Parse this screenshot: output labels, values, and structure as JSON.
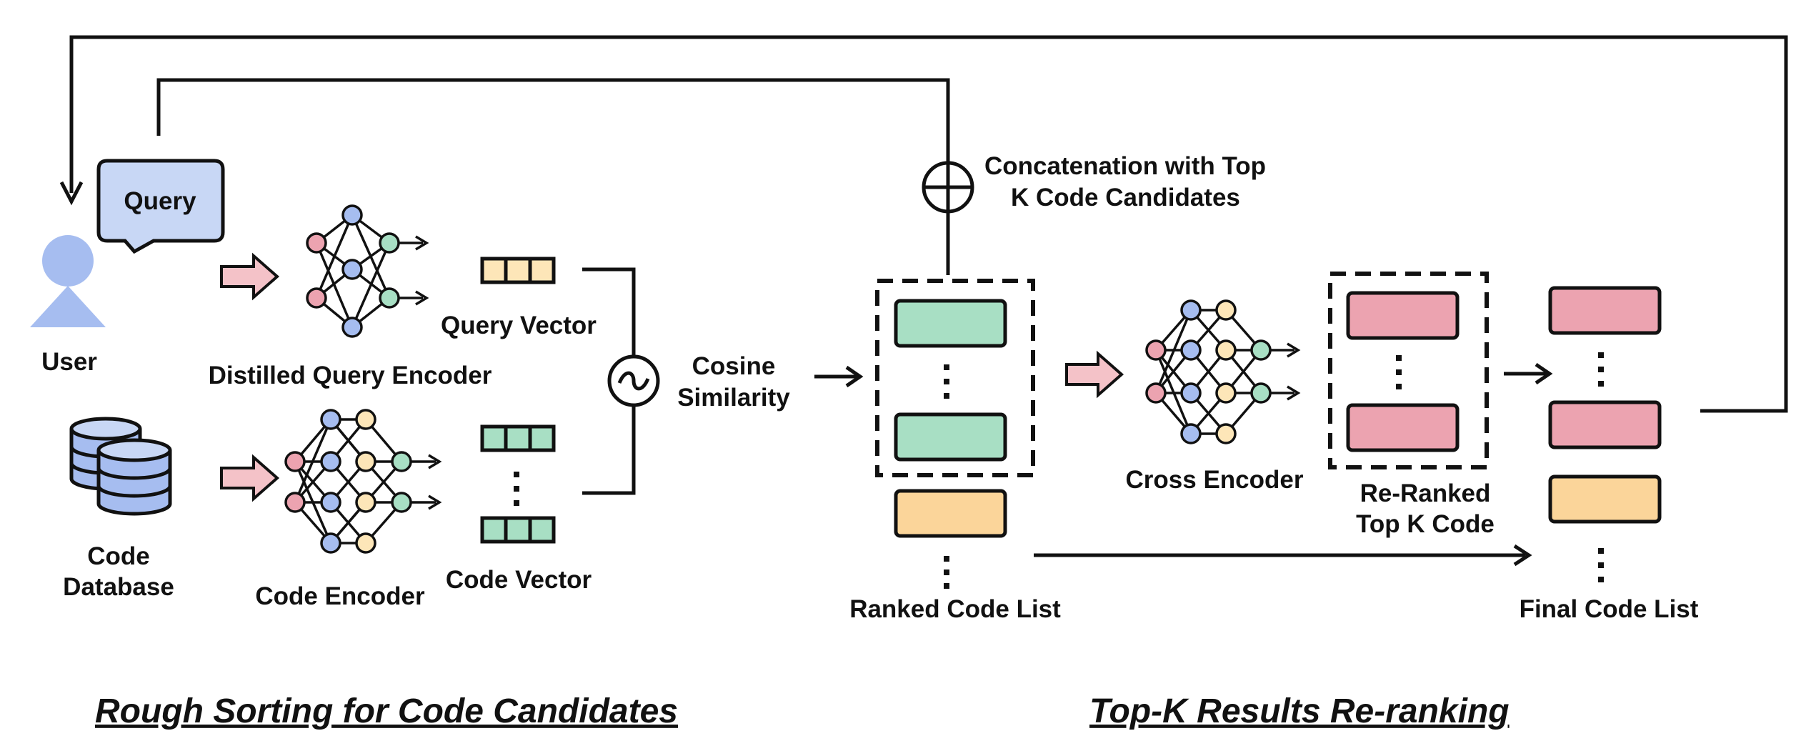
{
  "colors": {
    "blue": "#a6bdf0",
    "pink": "#eca3b0",
    "green": "#a8dfc4",
    "orange": "#fbd59a",
    "cream": "#fde6b8",
    "arrow_pink": "#f4c2c8",
    "stroke": "#111111"
  },
  "labels": {
    "query_bubble": "Query",
    "user": "User",
    "code_database_line1": "Code",
    "code_database_line2": "Database",
    "distilled_query_encoder": "Distilled Query Encoder",
    "code_encoder": "Code Encoder",
    "query_vector": "Query Vector",
    "code_vector": "Code Vector",
    "cosine_line1": "Cosine",
    "cosine_line2": "Similarity",
    "concat_line1": "Concatenation with Top",
    "concat_line2": "K Code Candidates",
    "ranked_code_list": "Ranked Code List",
    "cross_encoder": "Cross Encoder",
    "reranked_line1": "Re-Ranked",
    "reranked_line2": "Top K Code",
    "final_code_list": "Final Code List"
  },
  "sections": {
    "left": "Rough Sorting for Code Candidates",
    "right": "Top-K Results Re-ranking"
  },
  "icons": {
    "user": "user-icon",
    "database": "database-icon",
    "concat": "circle-plus-icon",
    "cosine": "circle-tilde-icon"
  }
}
